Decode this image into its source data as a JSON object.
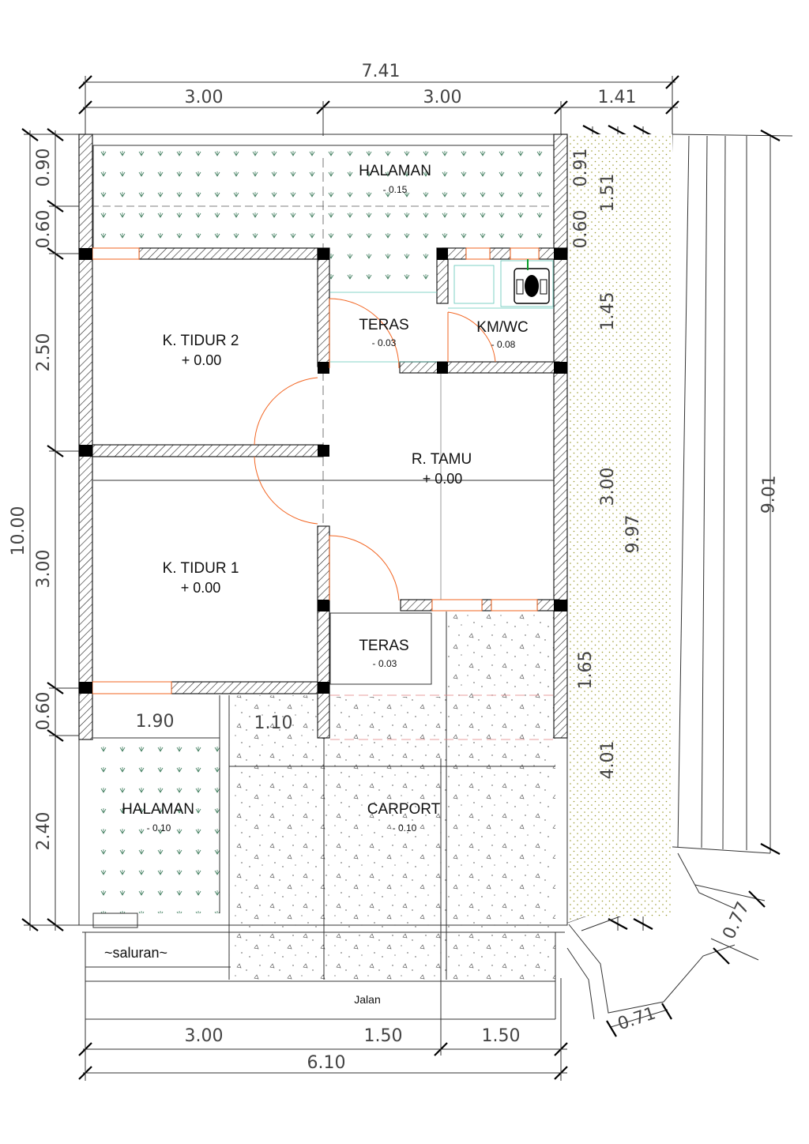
{
  "dimensions": {
    "top_total": "7.41",
    "top_left": "3.00",
    "top_mid": "3.00",
    "top_right": "1.41",
    "bottom_left": "3.00",
    "bottom_mid": "1.50",
    "bottom_right": "1.50",
    "bottom_total": "6.10",
    "left_total": "10.00",
    "left_1": "0.90",
    "left_2": "0.60",
    "left_3": "2.50",
    "left_4": "3.00",
    "left_5": "0.60",
    "left_6": "2.40",
    "right_a1": "0.91",
    "right_a2": "0.60",
    "right_b1": "1.51",
    "right_b2": "1.45",
    "right_b3": "3.00",
    "right_b4": "1.65",
    "right_c": "9.97",
    "right_d": "9.01",
    "right_e": "4.01",
    "front_1": "1.90",
    "front_2": "1.10",
    "diag_1": "0.77",
    "diag_2": "0.71"
  },
  "rooms": {
    "halaman_top": {
      "name": "HALAMAN",
      "level": "- 0.15"
    },
    "teras_top": {
      "name": "TERAS",
      "level": "- 0.03"
    },
    "kmwc": {
      "name": "KM/WC",
      "level": "- 0.08"
    },
    "tidur2": {
      "name": "K. TIDUR 2",
      "level": "+ 0.00"
    },
    "tamu": {
      "name": "R. TAMU",
      "level": "+ 0.00"
    },
    "tidur1": {
      "name": "K. TIDUR 1",
      "level": "+ 0.00"
    },
    "teras_front": {
      "name": "TERAS",
      "level": "- 0.03"
    },
    "halaman_front": {
      "name": "HALAMAN",
      "level": "- 0.10"
    },
    "carport": {
      "name": "CARPORT",
      "level": "- 0.10"
    }
  },
  "labels": {
    "saluran": "~saluran~",
    "jalan": "Jalan"
  }
}
